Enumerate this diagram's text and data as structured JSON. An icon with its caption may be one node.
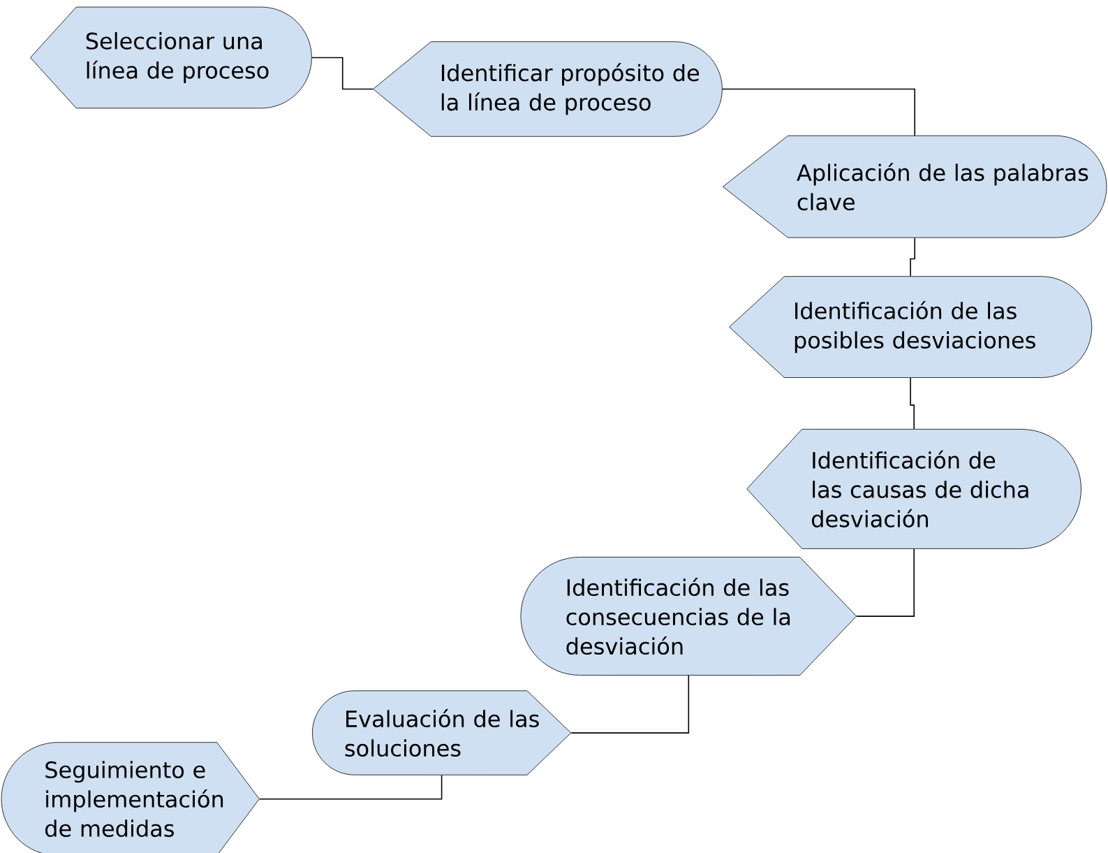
{
  "diagram": {
    "nodes": [
      {
        "text": [
          "Seleccionar una línea de proceso"
        ]
      },
      {
        "text": [
          "Identificar propósito de la línea de proceso"
        ]
      },
      {
        "text": [
          "Aplicación de las palabras clave"
        ]
      },
      {
        "text": [
          "Identificación de las posibles desviaciones"
        ]
      },
      {
        "text": [
          "Identificación de las causas de dicha desviación"
        ]
      },
      {
        "text": [
          "Identificación de las consecuencias de la desviación"
        ]
      },
      {
        "text": [
          "Evaluación de las soluciones"
        ]
      },
      {
        "text": [
          "Seguimiento e implementación de medidas"
        ]
      }
    ],
    "edges": [
      {
        "from": 0,
        "to": 1,
        "arrow": "none"
      },
      {
        "from": 1,
        "to": 2,
        "arrow": "none"
      },
      {
        "from": 2,
        "to": 3,
        "arrow": "none"
      },
      {
        "from": 3,
        "to": 4,
        "arrow": "none"
      },
      {
        "from": 4,
        "to": 5,
        "arrow": "none"
      },
      {
        "from": 5,
        "to": 6,
        "arrow": "none"
      },
      {
        "from": 6,
        "to": 7,
        "arrow": "none"
      }
    ]
  }
}
